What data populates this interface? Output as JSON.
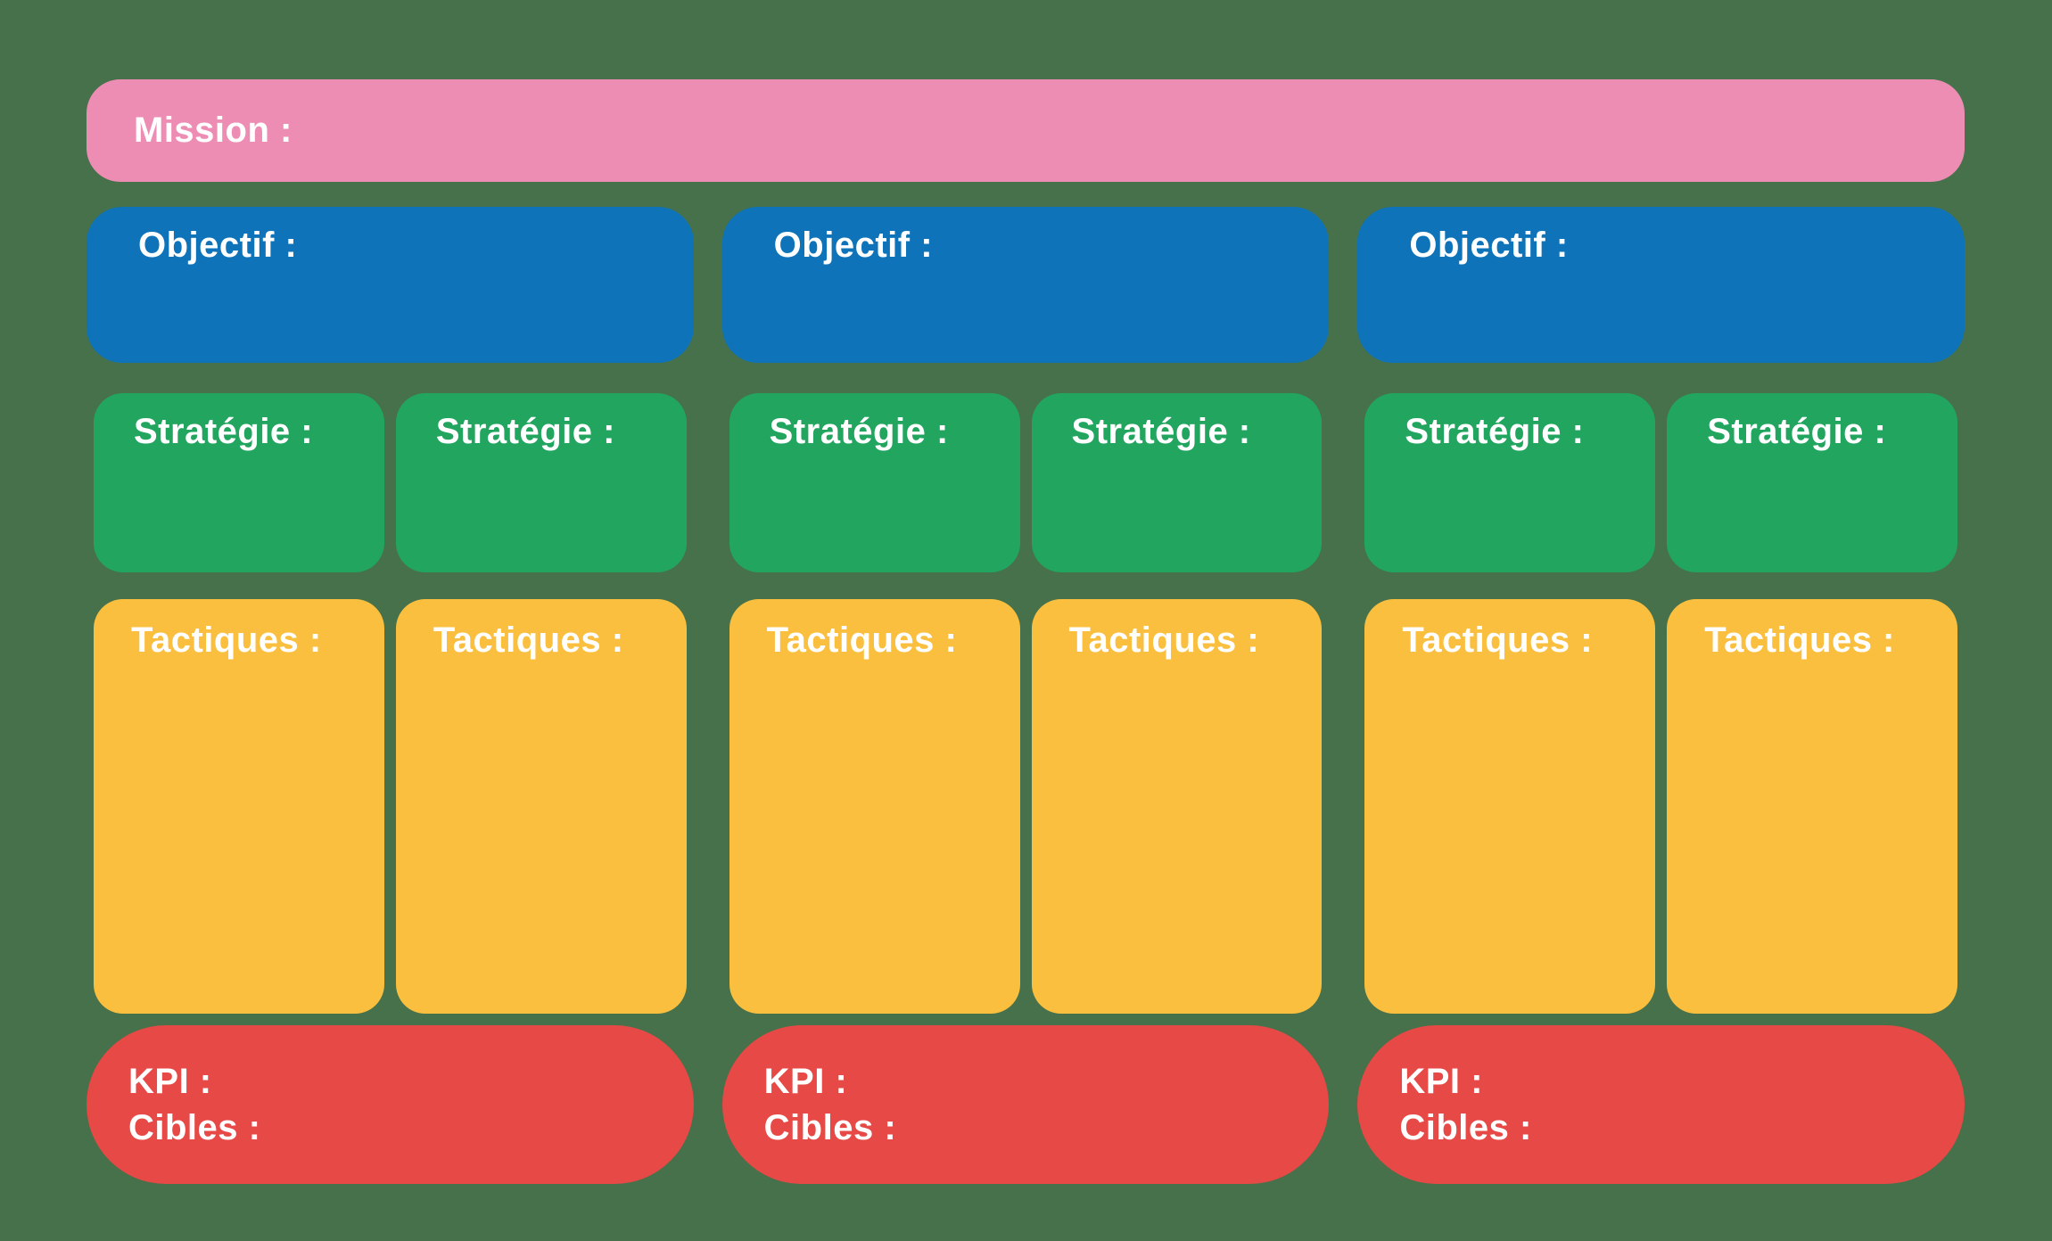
{
  "mission": {
    "label": "Mission :"
  },
  "columns": [
    {
      "objectif_label": "Objectif :",
      "strategie_labels": [
        "Stratégie :",
        "Stratégie :"
      ],
      "tactiques_labels": [
        "Tactiques :",
        "Tactiques :"
      ],
      "kpi_label": "KPI :",
      "cibles_label": "Cibles :"
    },
    {
      "objectif_label": "Objectif :",
      "strategie_labels": [
        "Stratégie :",
        "Stratégie :"
      ],
      "tactiques_labels": [
        "Tactiques :",
        "Tactiques :"
      ],
      "kpi_label": "KPI :",
      "cibles_label": "Cibles :"
    },
    {
      "objectif_label": "Objectif :",
      "strategie_labels": [
        "Stratégie :",
        "Stratégie :"
      ],
      "tactiques_labels": [
        "Tactiques :",
        "Tactiques :"
      ],
      "kpi_label": "KPI :",
      "cibles_label": "Cibles :"
    }
  ],
  "colors": {
    "background": "#47714A",
    "mission": "#EE8DB4",
    "objectif": "#0E73B9",
    "strategie": "#22A55F",
    "tactiques": "#FABF3F",
    "kpi": "#E64946",
    "text": "#FFFFFF"
  }
}
